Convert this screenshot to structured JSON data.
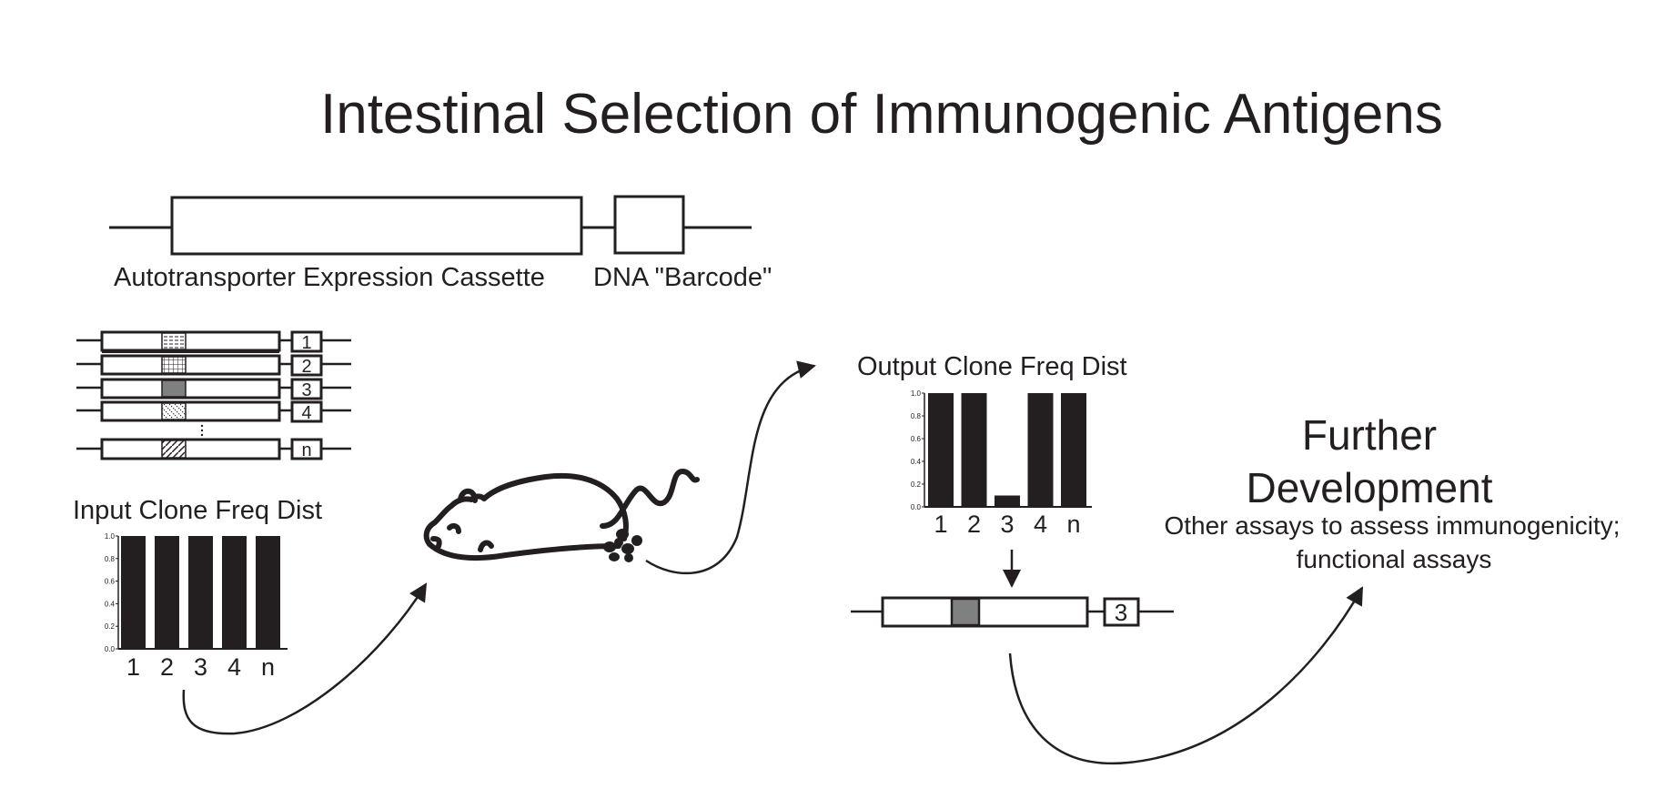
{
  "title": "Intestinal Selection of Immunogenic Antigens",
  "cassette": {
    "label": "Autotransporter Expression Cassette",
    "barcode_label": "DNA \"Barcode\""
  },
  "clone_list": {
    "barcodes": [
      "1",
      "2",
      "3",
      "4",
      "n"
    ]
  },
  "input_chart": {
    "title": "Input Clone Freq Dist"
  },
  "output_chart": {
    "title": "Output Clone Freq Dist"
  },
  "selected_clone": {
    "barcode": "3"
  },
  "further": {
    "heading_line1": "Further",
    "heading_line2": "Development",
    "text_line1": "Other assays to assess immunogenicity;",
    "text_line2": "functional assays"
  },
  "colors": {
    "ink": "#231f20",
    "selected_insert": "#808080"
  },
  "chart_data": [
    {
      "type": "bar",
      "title": "Input Clone Freq Dist",
      "categories": [
        "1",
        "2",
        "3",
        "4",
        "n"
      ],
      "values": [
        1.0,
        1.0,
        1.0,
        1.0,
        1.0
      ],
      "ylim": [
        0,
        1.0
      ],
      "yticks": [
        "0.0",
        "0.2",
        "0.4",
        "0.6",
        "0.8",
        "1.0"
      ]
    },
    {
      "type": "bar",
      "title": "Output Clone Freq Dist",
      "categories": [
        "1",
        "2",
        "3",
        "4",
        "n"
      ],
      "values": [
        1.0,
        1.0,
        0.1,
        1.0,
        1.0
      ],
      "ylim": [
        0,
        1.0
      ],
      "yticks": [
        "0.0",
        "0.2",
        "0.4",
        "0.6",
        "0.8",
        "1.0"
      ]
    }
  ]
}
